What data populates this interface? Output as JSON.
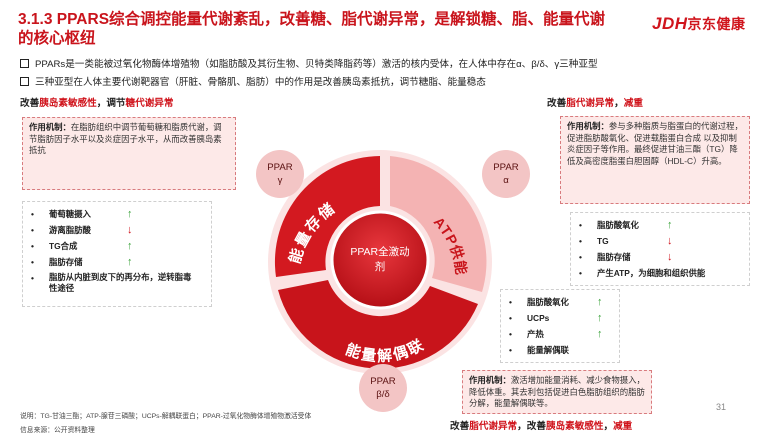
{
  "title_line1": "3.1.3 PPARS综合调控能量代谢紊乱，改善糖、脂代谢异常，是解锁糖、脂、能量代谢",
  "title_line2": "的核心枢纽",
  "logo": {
    "latin": "JDH",
    "cn": "京东健康"
  },
  "bullets": [
    "PPARs是一类能被过氧化物酶体增殖物（如脂肪酸及其衍生物、贝特类降脂药等）激活的核内受体，在人体中存在α、β/δ、γ三种亚型",
    "三种亚型在人体主要代谢靶器官（肝脏、骨骼肌、脂肪）中的作用是改善胰岛素抵抗，调节糖脂、能量稳态"
  ],
  "headline_gamma": {
    "p1": "改善",
    "p2": "胰岛素敏感性",
    "p3": "，调节",
    "p4": "糖代谢异常"
  },
  "headline_alpha": {
    "p1": "改善",
    "p2": "脂代谢异常",
    "p3": "，",
    "p4": "减重"
  },
  "headline_beta": {
    "p1": "改善",
    "p2": "脂代谢异常",
    "p3": "，改善",
    "p4": "胰岛素敏感性",
    "p5": "，",
    "p6": "减重"
  },
  "gamma_box": {
    "label": "作用机制：",
    "text": "在脂肪组织中调节葡萄糖和脂质代谢，调节脂肪因子水平以及炎症因子水平，从而改善胰岛素抵抗"
  },
  "alpha_box": {
    "label": "作用机制：",
    "text": "参与多种脂质与脂蛋白的代谢过程，促进脂肪酸氧化、促进载脂蛋白合成 以及抑制炎症因子等作用。最终促进甘油三酯（TG）降低及高密度脂蛋白胆固醇（HDL-C）升高。"
  },
  "beta_box": {
    "label": "作用机制：",
    "text": "激活增加能量消耗、减少食物摄入，降低体重。其去利包括促进白色脂肪组织的脂肪分解，能量解偶联等。"
  },
  "gamma_list": [
    {
      "label": "葡萄糖摄入",
      "arrow": "↑"
    },
    {
      "label": "游离脂肪酸",
      "arrow": "↓"
    },
    {
      "label": "TG合成",
      "arrow": "↑"
    },
    {
      "label": "脂肪存储",
      "arrow": "↑"
    },
    {
      "label": "脂肪从内脏到皮下的再分布，逆转脂毒性途径",
      "arrow": ""
    }
  ],
  "alpha_list": [
    {
      "label": "脂肪酸氧化",
      "arrow": "↑"
    },
    {
      "label": "TG",
      "arrow": "↓"
    },
    {
      "label": "脂肪存储",
      "arrow": "↓"
    },
    {
      "label": "产生ATP，为细胞和组织供能",
      "arrow": ""
    }
  ],
  "beta_list": [
    {
      "label": "脂肪酸氧化",
      "arrow": "↑"
    },
    {
      "label": "UCPs",
      "arrow": "↑"
    },
    {
      "label": "产热",
      "arrow": "↑"
    },
    {
      "label": "能量解偶联",
      "arrow": ""
    }
  ],
  "circles": {
    "gamma": [
      "PPAR",
      "γ"
    ],
    "alpha": [
      "PPAR",
      "α"
    ],
    "beta": [
      "PPAR",
      "β/δ"
    ]
  },
  "ring": {
    "storage": "能量存储",
    "atp": "ATP供能",
    "uncoupling": "能量解偶联",
    "center_line1": "PPAR全激动",
    "center_line2": "剂"
  },
  "colors": {
    "accent": "#d0151d",
    "ring_dark": "#c8141b",
    "ring_light": "#f5b6b6",
    "box_fill": "#fde9e8",
    "up": "#3aa23a"
  },
  "footer": {
    "notes": "说明：TG-甘油三酯；ATP-腺苷三磷酸；UCPs-解耦联蛋白；PPAR-过氧化物酶体增殖物激活受体",
    "source": "信息来源：公开资料整理"
  },
  "page_number": "31"
}
